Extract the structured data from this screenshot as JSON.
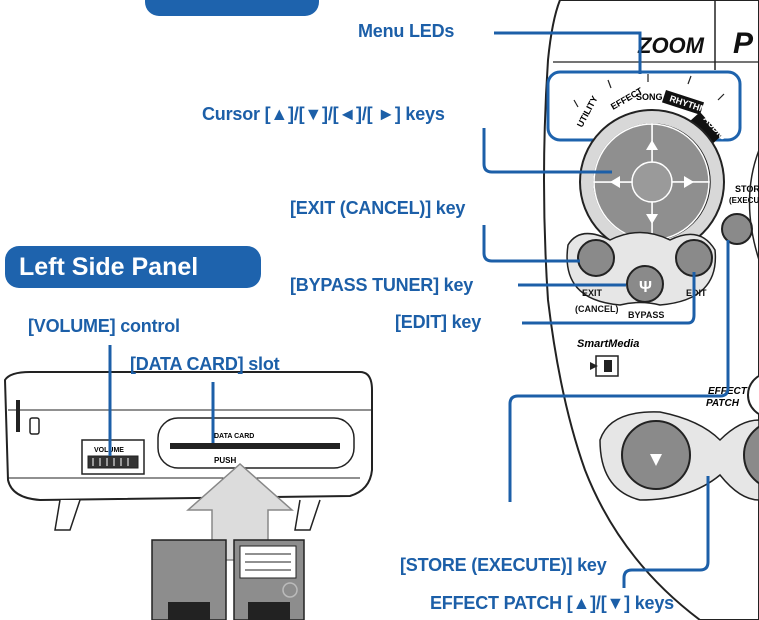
{
  "callouts": {
    "menu_leds": "Menu LEDs",
    "cursor_keys": "Cursor [▲]/[▼]/[◄]/[ ►] keys",
    "exit_key": "[EXIT (CANCEL)] key",
    "bypass_tuner_key": "[BYPASS TUNER] key",
    "edit_key": "[EDIT] key",
    "volume_control": "[VOLUME] control",
    "data_card_slot": "[DATA CARD] slot",
    "store_key": "[STORE (EXECUTE)] key",
    "effect_patch_keys": "EFFECT PATCH [▲]/[▼] keys"
  },
  "section_title": "Left Side Panel",
  "device": {
    "brand": "ZOOM",
    "brand_partial": "P",
    "menu_labels": [
      "UTILITY",
      "EFFECT",
      "SONG",
      "RHYTHM",
      "AUDIO"
    ],
    "store_label_1": "STORE",
    "store_label_2": "(EXECUTE)",
    "exit_label_1": "EXIT",
    "exit_label_2": "(CANCEL)",
    "bypass_label": "BYPASS",
    "edit_label": "EDIT",
    "smartmedia_label": "SmartMedia",
    "effect_patch_label_1": "EFFECT",
    "effect_patch_label_2": "PATCH",
    "volume_label": "VOLUME",
    "data_card_label": "DATA CARD",
    "push_label": "PUSH"
  },
  "colors": {
    "callout_blue": "#1c5fa8",
    "banner_blue": "#1e63ad",
    "button_gray": "#8a8a8a",
    "panel_light": "#e6e6e6",
    "card_dark": "#222222"
  }
}
